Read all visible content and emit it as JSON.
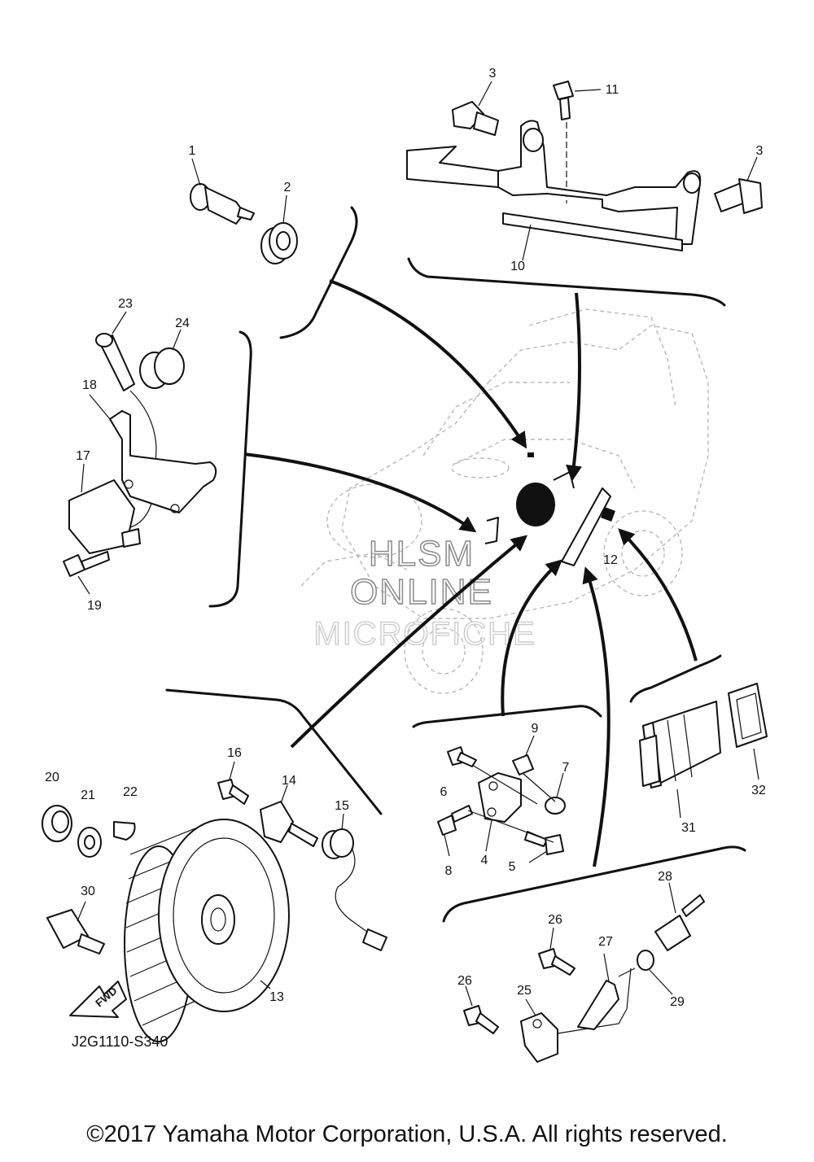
{
  "diagram": {
    "callouts": [
      "1",
      "2",
      "3",
      "3",
      "4",
      "5",
      "6",
      "7",
      "8",
      "9",
      "10",
      "11",
      "12",
      "13",
      "14",
      "15",
      "16",
      "17",
      "18",
      "19",
      "20",
      "21",
      "22",
      "23",
      "24",
      "25",
      "26",
      "26",
      "27",
      "28",
      "29",
      "30",
      "31",
      "32"
    ],
    "catalog_code": "J2G1110-S340",
    "fwd_label": "FWD",
    "watermark": {
      "line1": "HLSM",
      "line2": "ONLINE",
      "line3": "MICROFICHE"
    },
    "copyright": "©2017 Yamaha Motor Corporation, U.S.A. All rights reserved."
  }
}
